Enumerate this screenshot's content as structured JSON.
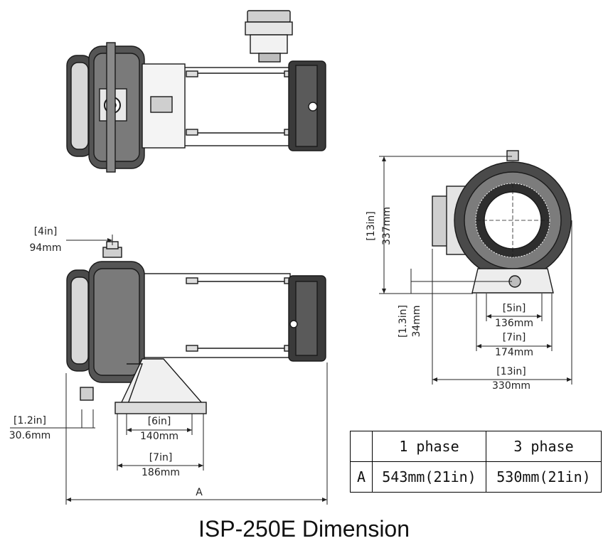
{
  "title": "ISP-250E Dimension",
  "dimensions": {
    "top_offset_in": "[4in]",
    "top_offset_mm": "94mm",
    "inlet_height_in": "[1.2in]",
    "inlet_height_mm": "30.6mm",
    "foot_inner_in": "[6in]",
    "foot_inner_mm": "140mm",
    "foot_outer_in": "[7in]",
    "foot_outer_mm": "186mm",
    "overall_length_label": "A",
    "overall_height_in": "[13in]",
    "overall_height_mm": "337mm",
    "base_height_in": "[1.3in]",
    "base_height_mm": "34mm",
    "end_foot_inner_in": "[5in]",
    "end_foot_inner_mm": "136mm",
    "end_foot_outer_in": "[7in]",
    "end_foot_outer_mm": "174mm",
    "overall_width_in": "[13in]",
    "overall_width_mm": "330mm"
  },
  "table": {
    "header": [
      "",
      "1 phase",
      "3 phase"
    ],
    "rows": [
      [
        "A",
        "543mm(21in)",
        "530mm(21in)"
      ]
    ]
  }
}
